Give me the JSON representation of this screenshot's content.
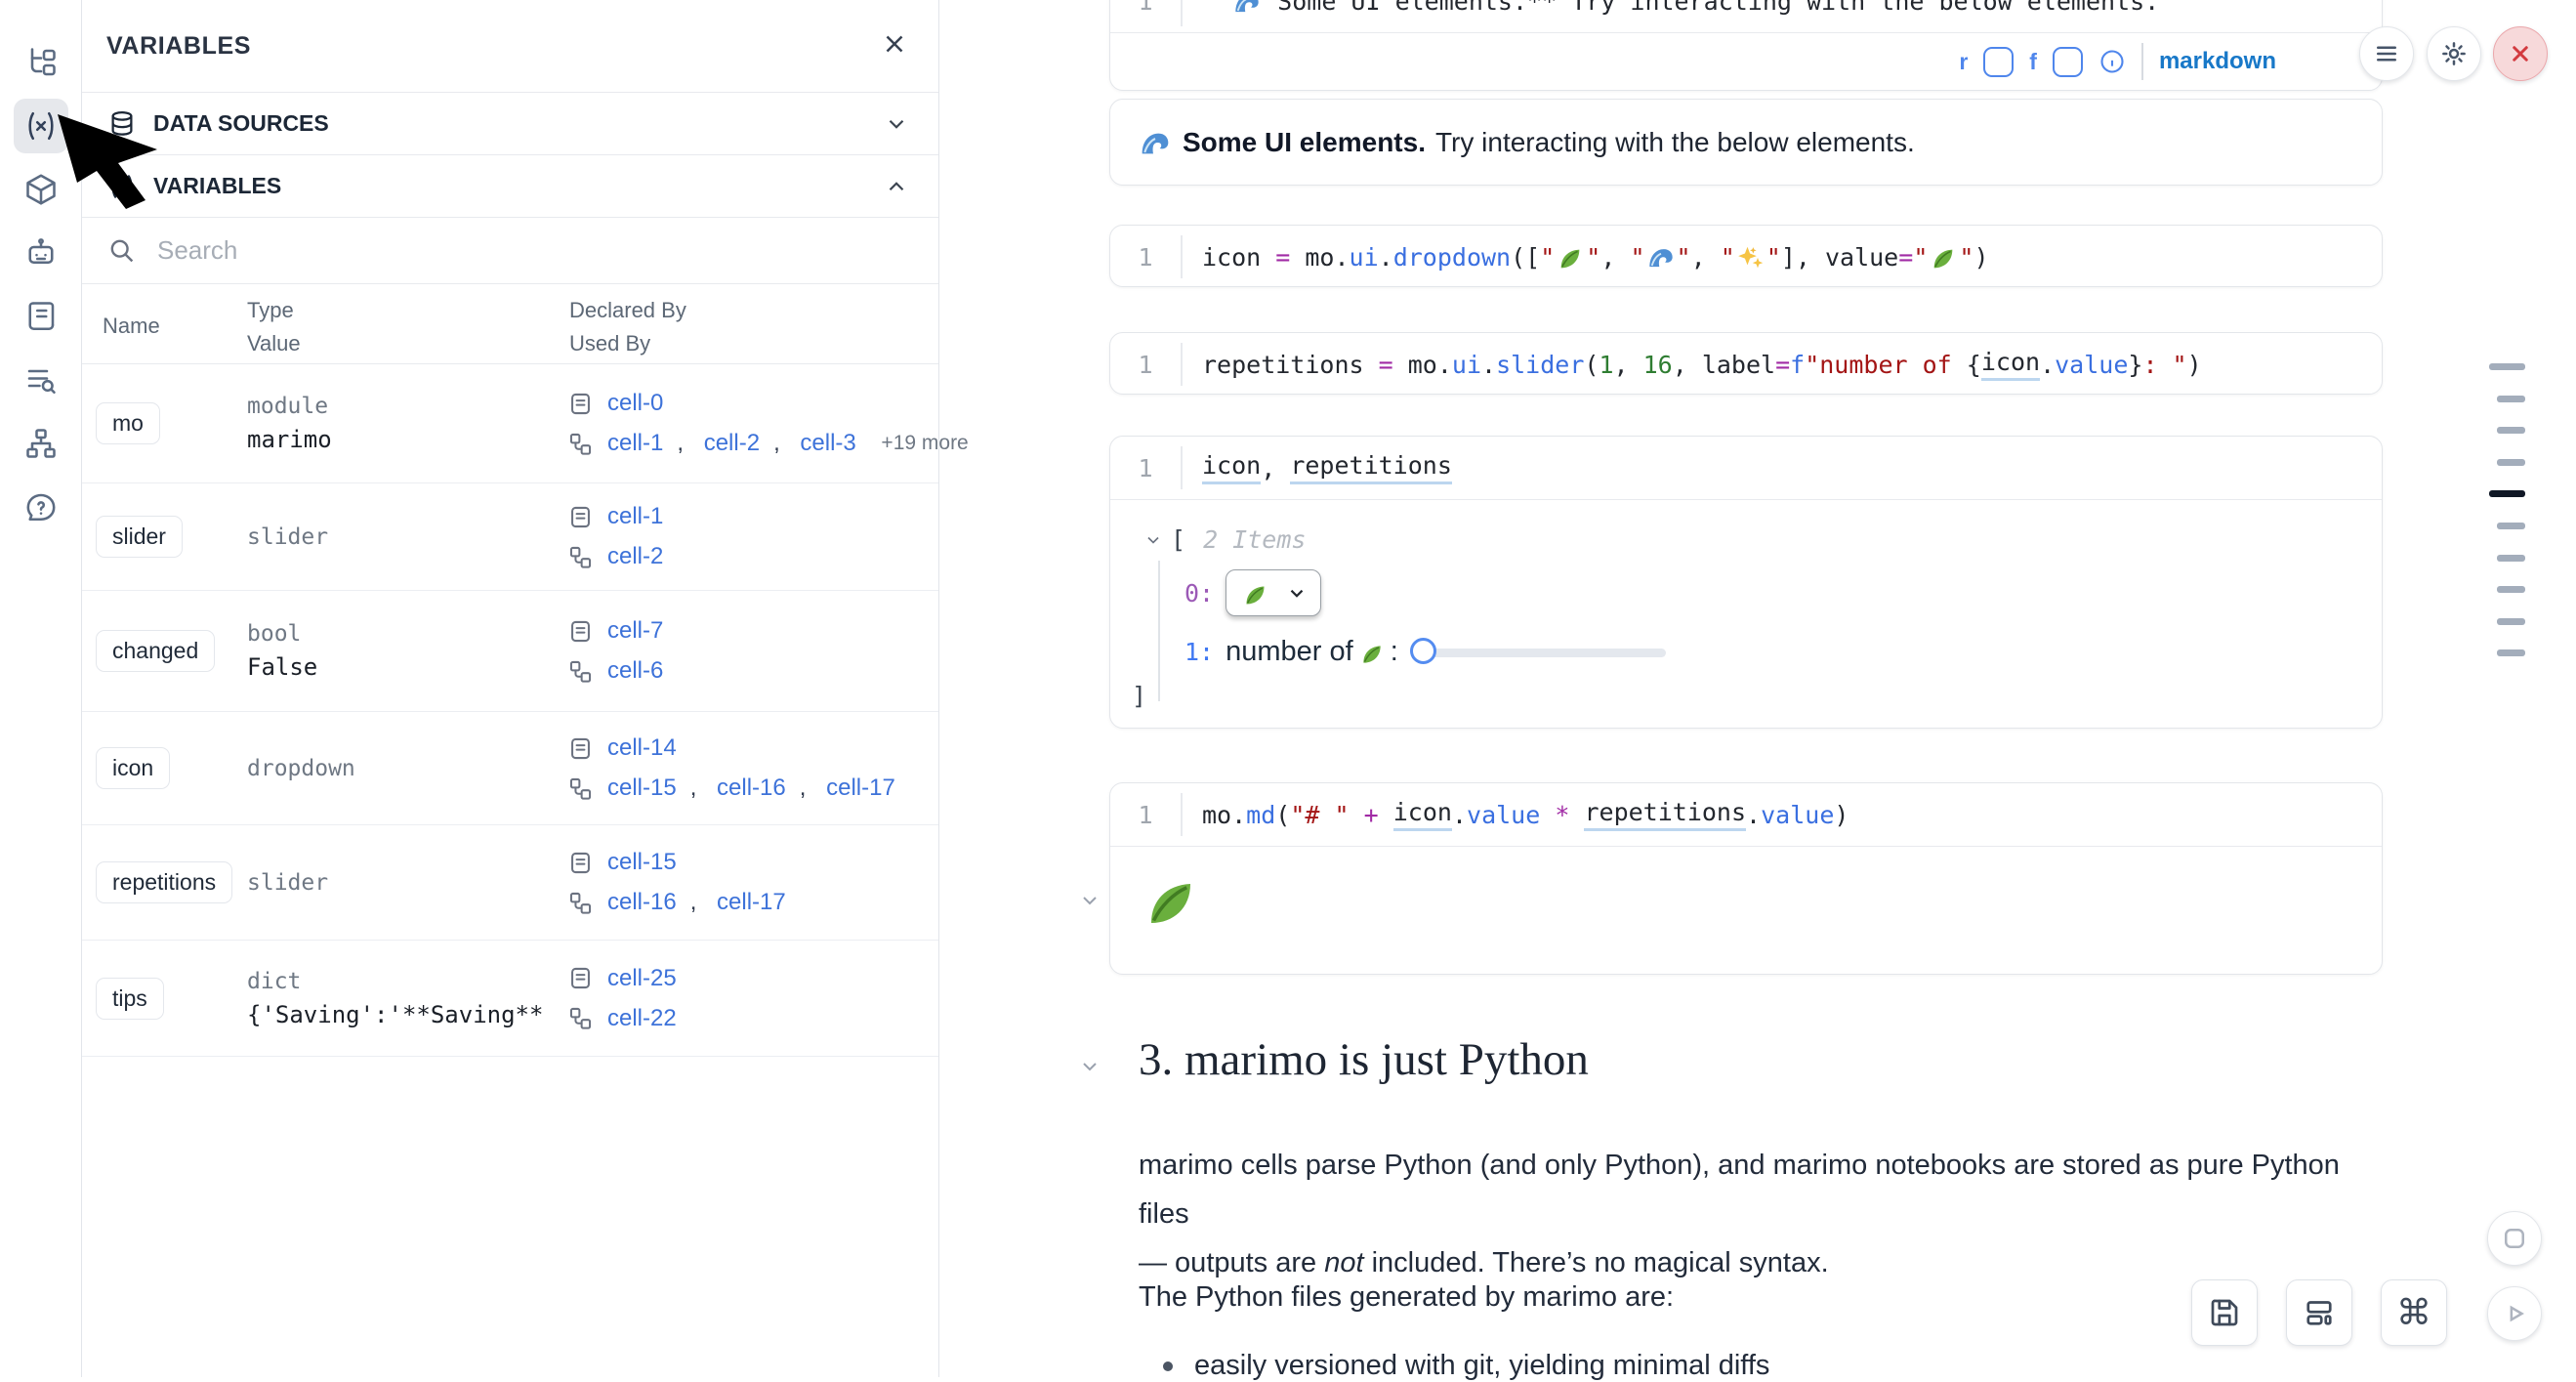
{
  "sidebar": {
    "items": [
      {
        "icon": "file-tree-icon",
        "active": false
      },
      {
        "icon": "variables-icon",
        "active": true
      },
      {
        "icon": "packages-icon",
        "active": false
      },
      {
        "icon": "ai-assistant-icon",
        "active": false
      },
      {
        "icon": "snippets-icon",
        "active": false
      },
      {
        "icon": "logs-icon",
        "active": false
      },
      {
        "icon": "dependencies-icon",
        "active": false
      },
      {
        "icon": "help-icon",
        "active": false
      }
    ]
  },
  "panel": {
    "title": "VARIABLES",
    "sections": {
      "data_sources": {
        "label": "DATA SOURCES",
        "state": "collapsed"
      },
      "variables": {
        "label": "VARIABLES",
        "state": "expanded"
      }
    },
    "search_placeholder": "Search",
    "table_headers": {
      "name": "Name",
      "type": "Type",
      "value": "Value",
      "declared": "Declared By",
      "used": "Used By"
    },
    "rows": [
      {
        "name": "mo",
        "type": "module",
        "value": "marimo",
        "declared_by": [
          "cell-0"
        ],
        "used_by": [
          "cell-1",
          "cell-2",
          "cell-3"
        ],
        "used_more": "+19 more"
      },
      {
        "name": "slider",
        "type": "slider",
        "value": "",
        "declared_by": [
          "cell-1"
        ],
        "used_by": [
          "cell-2"
        ],
        "used_more": ""
      },
      {
        "name": "changed",
        "type": "bool",
        "value": "False",
        "declared_by": [
          "cell-7"
        ],
        "used_by": [
          "cell-6"
        ],
        "used_more": ""
      },
      {
        "name": "icon",
        "type": "dropdown",
        "value": "",
        "declared_by": [
          "cell-14"
        ],
        "used_by": [
          "cell-15",
          "cell-16",
          "cell-17"
        ],
        "used_more": ""
      },
      {
        "name": "repetitions",
        "type": "slider",
        "value": "",
        "declared_by": [
          "cell-15"
        ],
        "used_by": [
          "cell-16",
          "cell-17"
        ],
        "used_more": ""
      },
      {
        "name": "tips",
        "type": "dict",
        "value": "{'Saving':'**Saving** - _Na...",
        "declared_by": [
          "cell-25"
        ],
        "used_by": [
          "cell-22"
        ],
        "used_more": ""
      }
    ]
  },
  "notebook": {
    "md_top_cell": {
      "line_no": "1",
      "tokens": [
        {
          "t": "\"\"",
          "c": "t"
        },
        {
          "e": "wave"
        },
        {
          "t": " Some UI elements.** Try interacting with the below elements.",
          "c": "t"
        }
      ],
      "footer": {
        "hint_r": "r",
        "hint_f": "f",
        "language": "markdown"
      }
    },
    "md_output": {
      "emoji": "🌊",
      "bold": "Some UI elements.",
      "rest": " Try interacting with the below elements."
    },
    "dropdown_cell": {
      "line_no": "1",
      "tokens": [
        {
          "t": "icon ",
          "c": "t"
        },
        {
          "t": "= ",
          "c": "op"
        },
        {
          "t": "mo.",
          "c": "t"
        },
        {
          "t": "ui",
          "c": "fn"
        },
        {
          "t": ".",
          "c": "t"
        },
        {
          "t": "dropdown",
          "c": "fn"
        },
        {
          "t": "([",
          "c": "t"
        },
        {
          "t": "\"",
          "c": "st"
        },
        {
          "e": "leaf"
        },
        {
          "t": "\"",
          "c": "st"
        },
        {
          "t": ", ",
          "c": "t"
        },
        {
          "t": "\"",
          "c": "st"
        },
        {
          "e": "wave"
        },
        {
          "t": "\"",
          "c": "st"
        },
        {
          "t": ", ",
          "c": "t"
        },
        {
          "t": "\"",
          "c": "st"
        },
        {
          "e": "sparkles"
        },
        {
          "t": "\"",
          "c": "st"
        },
        {
          "t": "], value",
          "c": "t"
        },
        {
          "t": "=",
          "c": "op"
        },
        {
          "t": "\"",
          "c": "st"
        },
        {
          "e": "leaf"
        },
        {
          "t": "\"",
          "c": "st"
        },
        {
          "t": ")",
          "c": "t"
        }
      ]
    },
    "slider_cell": {
      "line_no": "1",
      "tokens": [
        {
          "t": "repetitions ",
          "c": "t"
        },
        {
          "t": "= ",
          "c": "op"
        },
        {
          "t": "mo.",
          "c": "t"
        },
        {
          "t": "ui",
          "c": "fn"
        },
        {
          "t": ".",
          "c": "t"
        },
        {
          "t": "slider",
          "c": "fn"
        },
        {
          "t": "(",
          "c": "t"
        },
        {
          "t": "1",
          "c": "num"
        },
        {
          "t": ", ",
          "c": "t"
        },
        {
          "t": "16",
          "c": "num"
        },
        {
          "t": ", label",
          "c": "t"
        },
        {
          "t": "=",
          "c": "op"
        },
        {
          "t": "f",
          "c": "fn"
        },
        {
          "t": "\"number of ",
          "c": "st"
        },
        {
          "t": "{",
          "c": "t"
        },
        {
          "t": "icon",
          "c": "u"
        },
        {
          "t": ".",
          "c": "t"
        },
        {
          "t": "value",
          "c": "fn"
        },
        {
          "t": "}",
          "c": "t"
        },
        {
          "t": ": \"",
          "c": "st"
        },
        {
          "t": ")",
          "c": "t"
        }
      ]
    },
    "tuple_cell": {
      "line_no": "1",
      "tokens": [
        {
          "t": "icon",
          "c": "u"
        },
        {
          "t": ", ",
          "c": "t"
        },
        {
          "t": "repetitions",
          "c": "u"
        }
      ]
    },
    "tree_output": {
      "bracket_open": "[",
      "count_label": "2 Items",
      "index0": "0:",
      "index1": "1:",
      "dropdown_value": "🍃",
      "slider_label_pre": "number of ",
      "slider_label_post": ":",
      "slider": {
        "value": 1,
        "min": 1,
        "max": 16
      },
      "bracket_close": "]"
    },
    "md_call_cell": {
      "line_no": "1",
      "tokens": [
        {
          "t": "mo.",
          "c": "t"
        },
        {
          "t": "md",
          "c": "fn"
        },
        {
          "t": "(",
          "c": "t"
        },
        {
          "t": "\"# \"",
          "c": "st"
        },
        {
          "t": " ",
          "c": "t"
        },
        {
          "t": "+",
          "c": "op"
        },
        {
          "t": " ",
          "c": "t"
        },
        {
          "t": "icon",
          "c": "u"
        },
        {
          "t": ".",
          "c": "t"
        },
        {
          "t": "value",
          "c": "fn"
        },
        {
          "t": " ",
          "c": "t"
        },
        {
          "t": "*",
          "c": "op"
        },
        {
          "t": " ",
          "c": "t"
        },
        {
          "t": "repetitions",
          "c": "u"
        },
        {
          "t": ".",
          "c": "t"
        },
        {
          "t": "value",
          "c": "fn"
        },
        {
          "t": ")",
          "c": "t"
        }
      ]
    },
    "leaf_output_emoji": "🍃",
    "heading": "3. marimo is just Python",
    "para1_line1": "marimo cells parse Python (and only Python), and marimo notebooks are stored as pure Python files",
    "para1_line2_pre": "— outputs are ",
    "para1_line2_em": "not",
    "para1_line2_post": " included. There’s no magical syntax.",
    "para2": "The Python files generated by marimo are:",
    "bullet1": "easily versioned with git, yielding minimal diffs"
  },
  "controls": {
    "top_right_icons": [
      "menu-icon",
      "settings-gear-icon",
      "shutdown-x-icon"
    ],
    "bottom_right_icons": [
      "app-view-icon",
      "save-icon",
      "layout-icon",
      "command-palette-icon",
      "run-icon"
    ]
  },
  "minimap": {
    "marks": [
      {
        "active": false,
        "long": true
      },
      {
        "active": false,
        "long": false
      },
      {
        "active": false,
        "long": false
      },
      {
        "active": false,
        "long": false
      },
      {
        "active": true,
        "long": true
      },
      {
        "active": false,
        "long": false
      },
      {
        "active": false,
        "long": false
      },
      {
        "active": false,
        "long": false
      },
      {
        "active": false,
        "long": false
      },
      {
        "active": false,
        "long": false
      }
    ]
  },
  "colors": {
    "accent_blue": "#3d72d9",
    "link_blue": "#3d72d9",
    "danger_red": "#d33a3f",
    "string_red": "#a31515",
    "operator_purple": "#a12ba5",
    "function_blue": "#3a6fe0",
    "number_green": "#2f7d32",
    "markdown_label_blue": "#1878c8"
  }
}
